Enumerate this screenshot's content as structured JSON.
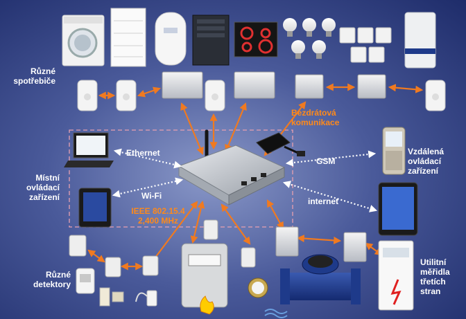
{
  "labels": {
    "appliances": [
      "Různé",
      "spotřebiče"
    ],
    "wireless": [
      "Bezdrátová",
      "komunikace"
    ],
    "remote": [
      "Vzdálená",
      "ovládací",
      "zařízení"
    ],
    "local": [
      "Místní",
      "ovládací",
      "zařízení"
    ],
    "detectors": [
      "Různé",
      "detektory"
    ],
    "meters": [
      "Utilitní",
      "měřidla",
      "třetích",
      "stran"
    ],
    "ethernet": "Ethernet",
    "wifi": "Wi-Fi",
    "gsm": "GSM",
    "internet": "internet",
    "ieee": [
      "IEEE 802.15.4",
      "2,400 MHz"
    ]
  },
  "colors": {
    "label_orange": "#ff8a1a",
    "label_white": "#ffffff",
    "arrow_orange": "#f07a20",
    "link_white": "#ffffff",
    "dashed_border": "#e8a0b0"
  }
}
